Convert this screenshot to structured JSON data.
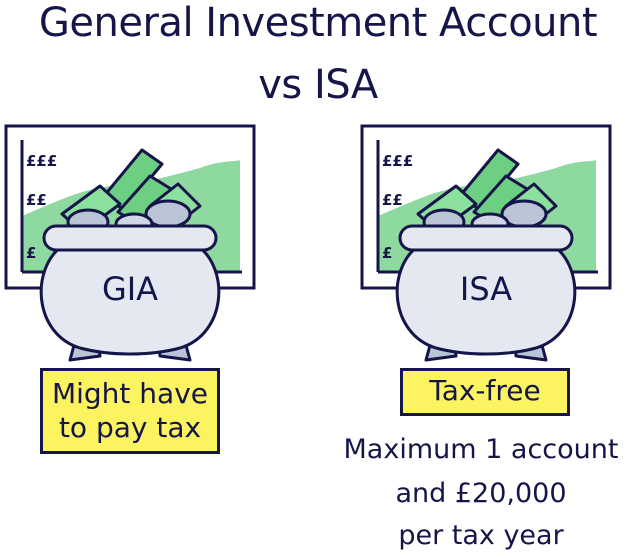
{
  "title": {
    "line1": "General Investment Account",
    "line2": "vs ISA"
  },
  "gia": {
    "pot_label": "GIA",
    "ticks": [
      "£££",
      "££",
      "£"
    ],
    "note_line1": "Might have",
    "note_line2": "to pay tax"
  },
  "isa": {
    "pot_label": "ISA",
    "ticks": [
      "£££",
      "££",
      "£"
    ],
    "note": "Tax-free",
    "limit_line1": "Maximum 1 account",
    "limit_line2": "and £20,000",
    "limit_line3": "per tax year"
  },
  "colors": {
    "ink": "#15154a",
    "chart_fill": "#8dd9a0",
    "pot_fill": "#e4e8f1",
    "note_fill": "#fbf35f",
    "cash_fill": "#6ccf82"
  }
}
